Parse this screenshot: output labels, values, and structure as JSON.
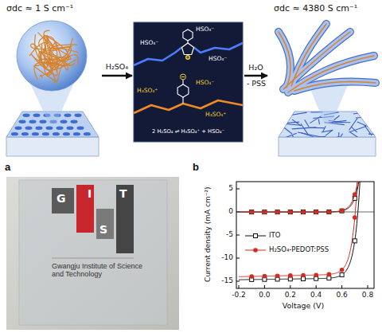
{
  "diagram": {
    "nodes": [
      {
        "text": [
          "σdc ≈ 1 S cm⁻¹"
        ]
      },
      {
        "text": [
          "HSO₄⁻",
          "HSO₄⁻",
          "HSO₄⁻",
          "H₃SO₄⁺",
          "HSO₄⁻",
          "H₃SO₄⁺",
          "2 H₂SO₄ ⇌ H₃SO₄⁺ + HSO₄⁻"
        ]
      },
      {
        "text": [
          "σdc ≈ 4380 S cm⁻¹"
        ]
      },
      {
        "text": [
          "G",
          "I",
          "S",
          "T",
          "Gwangju Institute of Science and Technology"
        ]
      }
    ],
    "edges": [
      {
        "from": 0,
        "to": 1,
        "arrow": "to",
        "label": "H₂SO₄"
      },
      {
        "from": 1,
        "to": 2,
        "arrow": "to",
        "label": "H₂O"
      }
    ],
    "labels": [
      "- PSS",
      "a",
      "b",
      "5",
      "0",
      "-5",
      "-10",
      "-15",
      "-0.2",
      "0.0",
      "0.2",
      "0.4",
      "0.6",
      "0.8",
      "Current density (mA cm⁻²)",
      "Voltage (V)"
    ],
    "legend": [
      {
        "text": "ITO"
      },
      {
        "text": "H₂SO₄-PEDOT:PSS"
      }
    ]
  }
}
